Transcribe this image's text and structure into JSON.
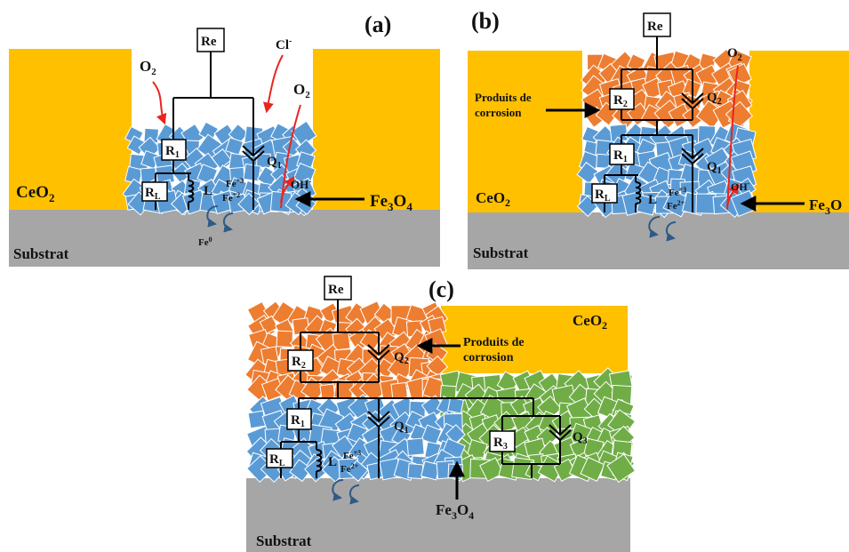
{
  "panels": {
    "a": {
      "tag": "(a)",
      "ceo2": "CeO",
      "ceo2_sub": "2",
      "substrate": "Substrat",
      "re": "Re",
      "o2_left": "O",
      "o2_left_sub": "2",
      "cl": "Cl",
      "cl_sup": "-",
      "o2_right": "O",
      "o2_right_sub": "2",
      "r1": "R",
      "r1_sub": "1",
      "rl": "R",
      "rl_sub": "L",
      "l": "L",
      "q1": "Q",
      "q1_sub": "1",
      "fe3": "Fe",
      "fe3_sup": "+3",
      "fe2": "Fe",
      "fe2_sup": "+2",
      "fe0": "Fe",
      "fe0_sup": "0",
      "oh": "OH",
      "oh_sup": "-",
      "fe3o4_a": "Fe",
      "fe3o4_b": "3",
      "fe3o4_c": "O",
      "fe3o4_d": "4"
    },
    "b": {
      "tag": "(b)",
      "ceo2": "CeO",
      "ceo2_sub": "2",
      "substrate": "Substrat",
      "re": "Re",
      "o2": "O",
      "o2_sub": "2",
      "products_line1": "Produits de",
      "products_line2": "corrosion",
      "r2": "R",
      "r2_sub": "2",
      "q2": "Q",
      "q2_sub": "2",
      "r1": "R",
      "r1_sub": "1",
      "q1": "Q",
      "q1_sub": "1",
      "rl": "R",
      "rl_sub": "L",
      "l": "L",
      "fe3": "Fe",
      "fe3_sup": "+3",
      "fe2": "Fe",
      "fe2_sup": "2+",
      "oh": "OH",
      "oh_sup": "-",
      "fe3o_a": "Fe",
      "fe3o_b": "3",
      "fe3o_c": "O"
    },
    "c": {
      "tag": "(c)",
      "ceo2": "CeO",
      "ceo2_sub": "2",
      "substrate": "Substrat",
      "re": "Re",
      "products_line1": "Produits de",
      "products_line2": "corrosion",
      "r2": "R",
      "r2_sub": "2",
      "q2": "Q",
      "q2_sub": "2",
      "r1": "R",
      "r1_sub": "1",
      "q1": "Q",
      "q1_sub": "1",
      "rl": "R",
      "rl_sub": "L",
      "l": "L",
      "fe3": "Fe",
      "fe3_sup": "+3",
      "fe2": "Fe",
      "fe2_sup": "2+",
      "r3": "R",
      "r3_sub": "3",
      "q3": "Q",
      "q3_sub": "3",
      "fe3o4_a": "Fe",
      "fe3o4_b": "3",
      "fe3o4_c": "O",
      "fe3o4_d": "4"
    }
  },
  "colors": {
    "ceo2": "#FFC000",
    "substrate": "#A6A6A6",
    "blue_grains": "#5B9BD5",
    "orange_grains": "#ED7D31",
    "green_grains": "#70AD47",
    "red_arrow": "#E8251E",
    "swirl_arrow": "#2E5A86"
  }
}
